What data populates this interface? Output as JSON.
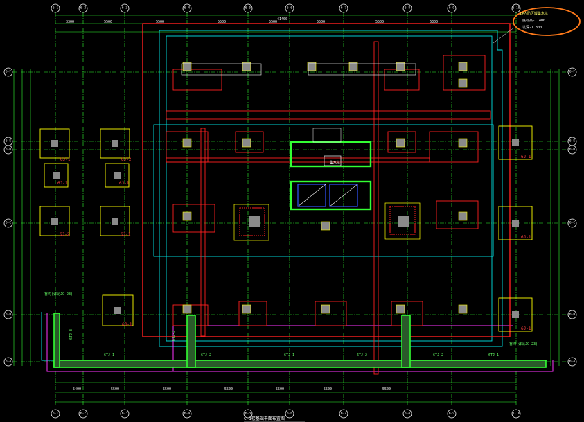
{
  "grid": {
    "top_axes": [
      "6-1",
      "6-2",
      "6-3",
      "6-4",
      "6-5",
      "6-6",
      "6-7",
      "6-8",
      "6-9",
      "6-10"
    ],
    "side_axes": [
      "6-F",
      "6-E",
      "6-D",
      "6-C",
      "6-B",
      "6-A"
    ]
  },
  "dimensions": {
    "top_segments": [
      "3300",
      "5500",
      "5500",
      "5500",
      "5500",
      "5500",
      "5500",
      "6300"
    ],
    "bottom_segments": [
      "5400",
      "5500",
      "5500",
      "5500",
      "5500",
      "5500",
      "5500"
    ],
    "total_label": "41400"
  },
  "callout": {
    "line1": "1#人防区域集水坑",
    "line2": "底标高-1.400",
    "line3": "坑深-1.800"
  },
  "labels": {
    "footing_red": [
      "6J-1",
      "6J-2",
      "6J-1",
      "6J-1",
      "6J-2",
      "6J-1",
      "6J-1"
    ],
    "footing_white": [
      "6J-1",
      "6J-1",
      "6J-1"
    ],
    "beam_bottom": [
      "6TJ-1",
      "6TJ-2",
      "6TJ-1",
      "6TJ-2",
      "6TJ-2",
      "6TJ-1"
    ],
    "drain_left": "盲沟(详见JG-23)",
    "drain_right": "盲沟(详见JG-23)",
    "pit_note": "集水坑",
    "side_left": "6TJ-3",
    "side_mid": "6TJ-3"
  },
  "footer": {
    "title": "C-1楼基础平面布置图"
  },
  "colors": {
    "axis": "#33ff33",
    "wall": "#ff2020",
    "cyan": "#00e5e5",
    "footing": "#ffff00",
    "magenta": "#ff33ff",
    "callout": "#ff7a1a"
  }
}
